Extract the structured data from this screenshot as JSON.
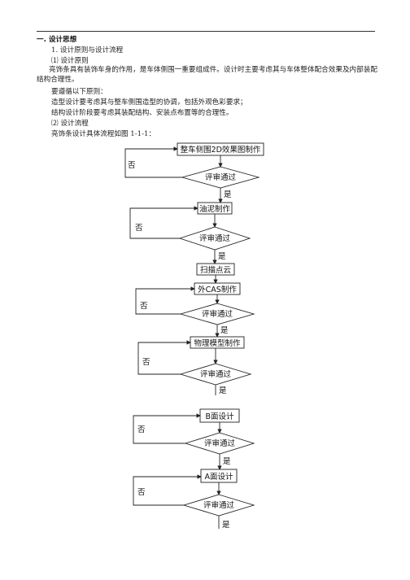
{
  "heading": "一. 设计思想",
  "sub1": "1. 设计原则与设计流程",
  "sub1_1": "⑴ 设计原则",
  "para1": "亮饰条具有装饰车身的作用，是车体侧围一重要组成件。设计时主要考虑其与车体整体配合效果及内部装配结构合理性。",
  "line_follow": "要遵循以下原则：",
  "line_style": "造型设计要考虑其与整车侧围造型的协调，包括外观色彩要求；",
  "line_struct": "结构设计阶段要考虑其装配结构、安装点布置等的合理性。",
  "sub1_2": "⑵ 设计流程",
  "line_flow": "亮饰条设计具体流程如图 1-1-1：",
  "flowchart": {
    "yes": "是",
    "no": "否",
    "review": "评审通过",
    "steps": [
      "整车侧围2D效果图制作",
      "油泥制作",
      "扫描点云",
      "外CAS制作",
      "物理模型制作",
      "B面设计",
      "A面设计"
    ]
  }
}
